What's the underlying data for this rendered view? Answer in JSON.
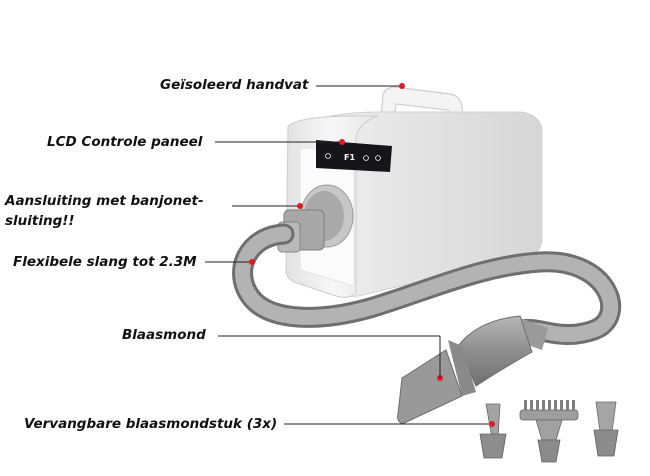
{
  "labels": {
    "handle": "Geïsoleerd handvat",
    "lcd_panel": "LCD Controle paneel",
    "connection_line1": "Aansluiting met banjonet-",
    "connection_line2": "sluiting!!",
    "hose": "Flexibele slang tot 2.3M",
    "nozzle": "Blaasmond",
    "replaceable_nozzles": "Vervangbare blaasmondstuk (3x)"
  },
  "colors": {
    "marker": "#e0182a",
    "device_body": "#f3f3f3",
    "panel": "#16161a",
    "hose": "#8d8d8d",
    "text": "#111111"
  }
}
